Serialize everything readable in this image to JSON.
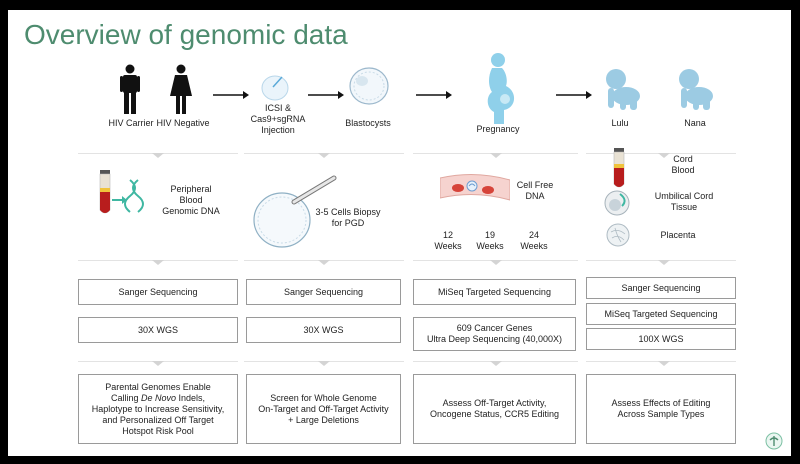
{
  "title": "Overview of genomic data",
  "top_row": {
    "hiv_carrier": "HIV Carrier",
    "hiv_negative": "HIV Negative",
    "icsi": "ICSI &\nCas9+sgRNA\nInjection",
    "blastocysts": "Blastocysts",
    "pregnancy": "Pregnancy",
    "lulu": "Lulu",
    "nana": "Nana"
  },
  "samples": {
    "peripheral": "Peripheral\nBlood\nGenomic DNA",
    "biopsy": "3-5 Cells Biopsy\nfor PGD",
    "cell_free": "Cell Free\nDNA",
    "weeks": [
      "12\nWeeks",
      "19\nWeeks",
      "24\nWeeks"
    ],
    "cord_blood": "Cord\nBlood",
    "umbilical": "Umbilical Cord\nTissue",
    "placenta": "Placenta"
  },
  "methods": {
    "col1": [
      "Sanger Sequencing",
      "30X WGS"
    ],
    "col2": [
      "Sanger Sequencing",
      "30X WGS"
    ],
    "col3": [
      "MiSeq Targeted Sequencing",
      "609 Cancer Genes\nUltra Deep Sequencing (40,000X)"
    ],
    "col4": [
      "Sanger Sequencing",
      "MiSeq Targeted Sequencing",
      "100X WGS"
    ]
  },
  "purposes": {
    "col1_a": "Parental Genomes Enable\nCalling ",
    "col1_em": "De Novo",
    "col1_b": " Indels,\nHaplotype to Increase Sensitivity,\nand Personalized Off Target\nHotspot Risk Pool",
    "col2": "Screen for Whole Genome\nOn-Target and Off-Target Activity\n+ Large Deletions",
    "col3": "Assess Off-Target Activity,\nOncogene Status, CCR5 Editing",
    "col4": "Assess Effects of Editing\nAcross Sample Types"
  },
  "colors": {
    "title": "#4e8c6f",
    "baby": "#9ccbe3",
    "pregnancy": "#8fd0ea",
    "dna": "#3fb7a2",
    "blood": "#b81d1d"
  }
}
